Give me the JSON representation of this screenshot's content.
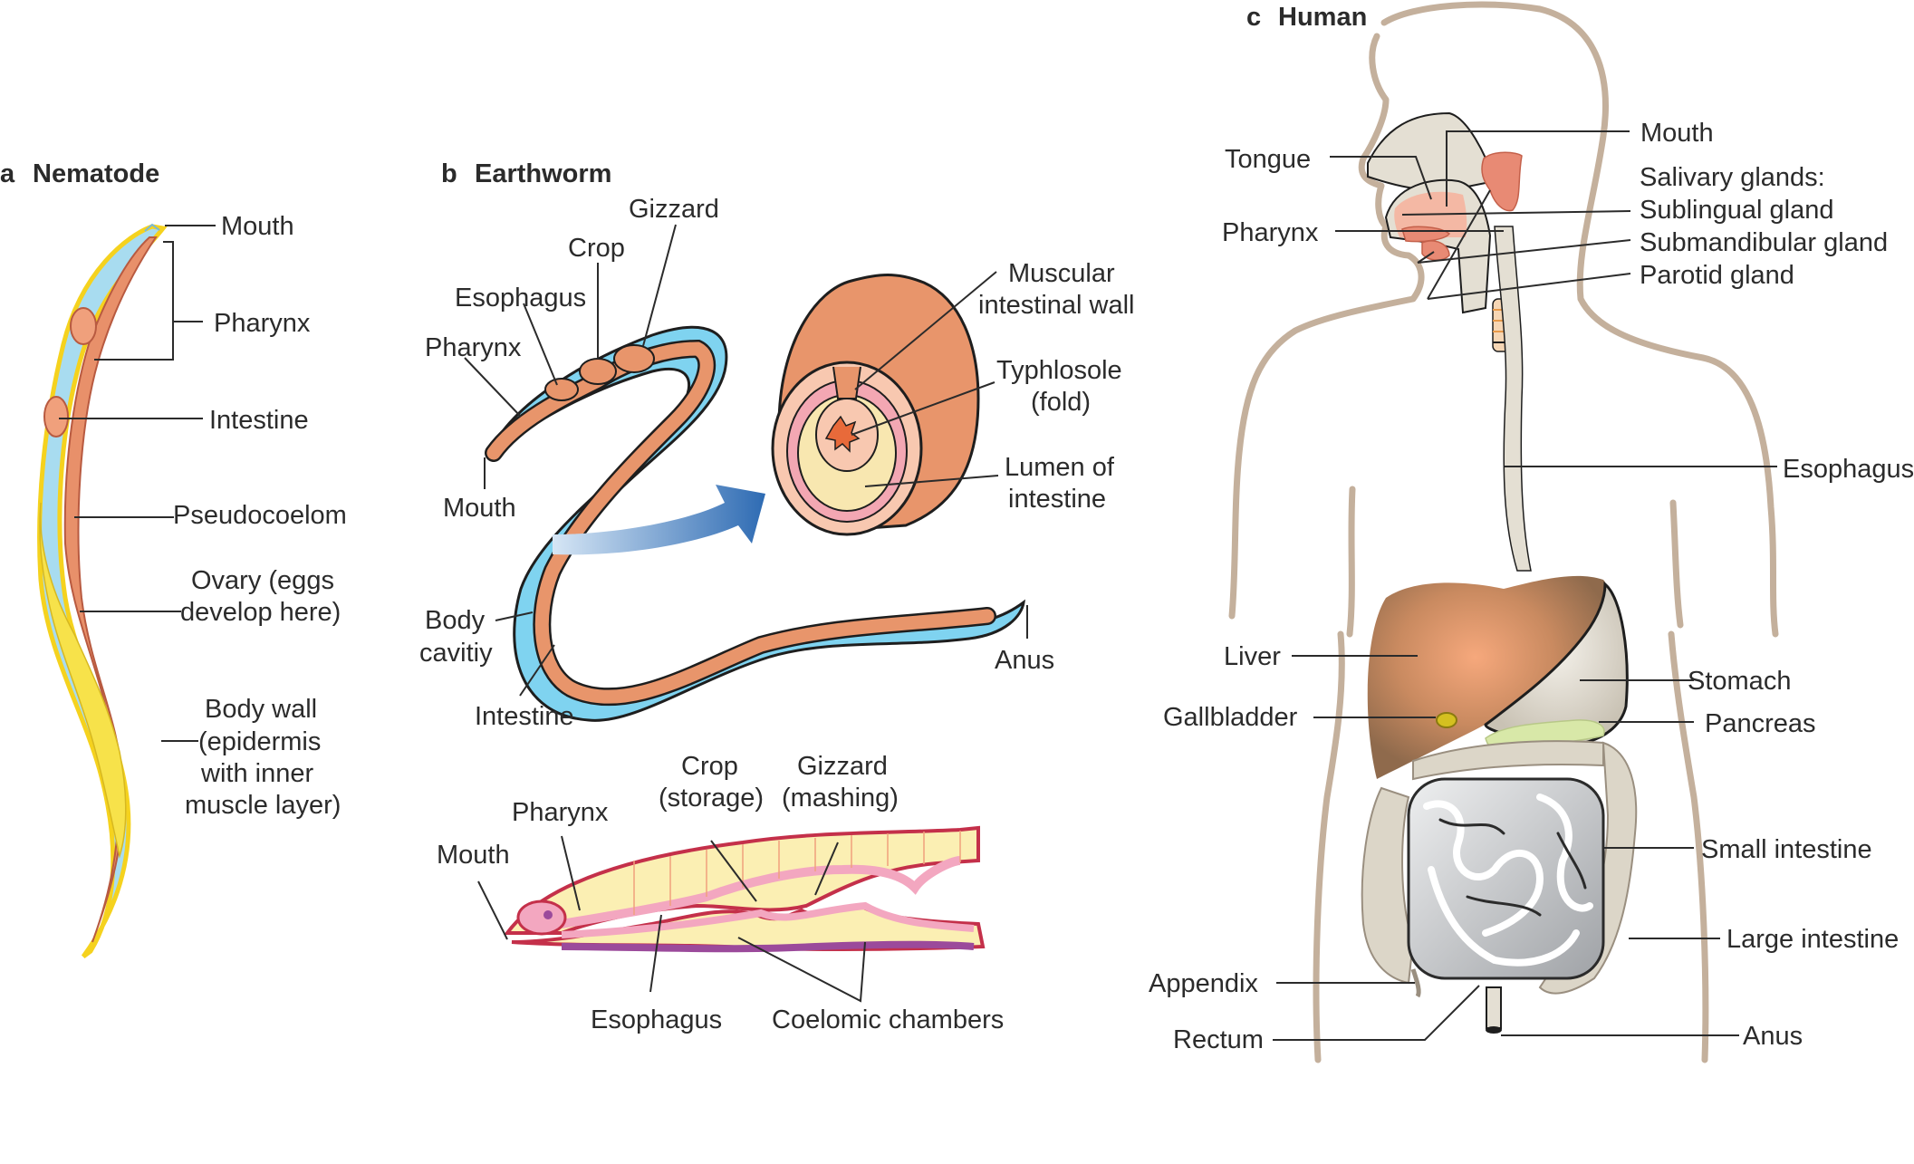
{
  "figure": {
    "panels": [
      {
        "letter": "a",
        "title": "Nematode",
        "labels": [
          "Mouth",
          "Pharynx",
          "Intestine",
          "Pseudocoelom",
          "Ovary (eggs",
          "develop here)",
          "Body wall",
          "(epidermis",
          "with inner",
          "muscle layer)"
        ]
      },
      {
        "letter": "b",
        "title": "Earthworm",
        "upper_labels": [
          "Gizzard",
          "Crop",
          "Esophagus",
          "Pharynx",
          "Mouth",
          "Body",
          "cavitiy",
          "Intestine",
          "Anus"
        ],
        "cross_section_labels": [
          "Muscular",
          "intestinal wall",
          "Typhlosole",
          "(fold)",
          "Lumen of",
          "intestine"
        ],
        "lower_labels": [
          "Mouth",
          "Pharynx",
          "Crop",
          "(storage)",
          "Gizzard",
          "(mashing)",
          "Esophagus",
          "Coelomic chambers"
        ]
      },
      {
        "letter": "c",
        "title": "Human",
        "labels": [
          "Mouth",
          "Tongue",
          "Salivary glands:",
          "Sublingual gland",
          "Pharynx",
          "Submandibular gland",
          "Parotid gland",
          "Esophagus",
          "Liver",
          "Stomach",
          "Gallbladder",
          "Pancreas",
          "Small intestine",
          "Large intestine",
          "Appendix",
          "Rectum",
          "Anus"
        ]
      }
    ]
  },
  "colors": {
    "nematode_intestine": "#e8906a",
    "nematode_cavity": "#a8dcf0",
    "nematode_ovary": "#f7e24a",
    "body_wall_yellow": "#f5d21e",
    "earthworm_blue": "#7fd3f0",
    "earthworm_intestine": "#e8956b",
    "arrow_blue": "#2e6bb3",
    "human_outline": "#c4b09c",
    "liver": "#a97c5a",
    "stomach": "#e4dfd3",
    "intestine_gray": "#c4c6c9",
    "pancreas": "#d8e8a8",
    "gland_pink": "#e88a74"
  }
}
